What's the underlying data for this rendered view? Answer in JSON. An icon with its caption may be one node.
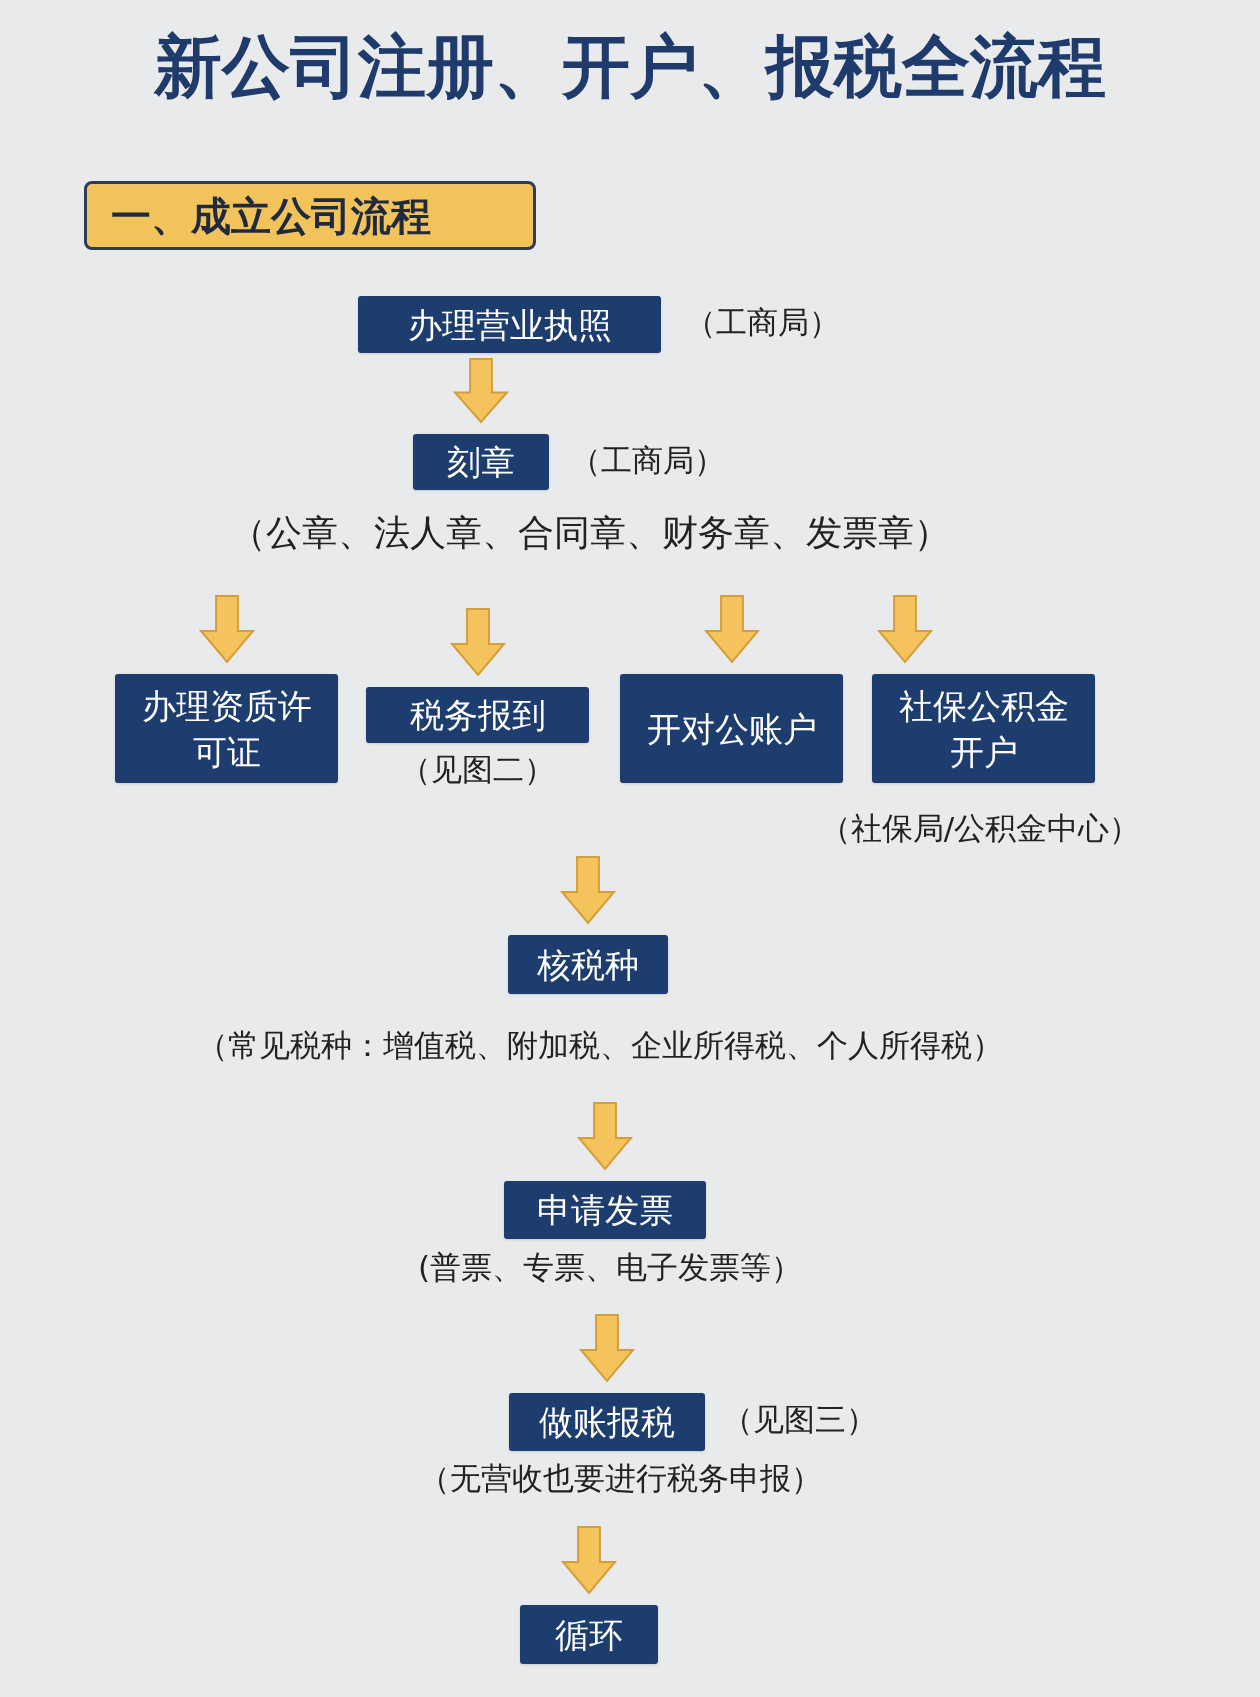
{
  "diagram": {
    "title": "新公司注册、开户、报税全流程",
    "nodes": [
      {
        "text": [
          "一、成立公司流程"
        ]
      },
      {
        "text": [
          "办理营业执照"
        ],
        "beside": [
          "（工商局）"
        ]
      },
      {
        "text": [
          "刻章"
        ],
        "beside": [
          "（工商局）"
        ]
      },
      {
        "text": [
          "（公章、法人章、合同章、财务章、发票章）"
        ]
      },
      {
        "text": [
          "办理资质许可证"
        ]
      },
      {
        "text": [
          "税务报到"
        ],
        "beside": [
          "（见图二）"
        ]
      },
      {
        "text": [
          "开对公账户"
        ]
      },
      {
        "text": [
          "社保公积金开户"
        ],
        "beside": [
          "（社保局/公积金中心）"
        ]
      },
      {
        "text": [
          "核税种"
        ],
        "beside": [
          "（常见税种：增值税、附加税、企业所得税、个人所得税）"
        ]
      },
      {
        "text": [
          "申请发票"
        ],
        "beside": [
          "(普票、专票、电子发票等）"
        ]
      },
      {
        "text": [
          "做账报税"
        ],
        "beside": [
          "（见图三）",
          "（无营收也要进行税务申报）"
        ]
      },
      {
        "text": [
          "循环"
        ]
      }
    ],
    "edges": [
      {
        "from": 1,
        "to": 2,
        "arrow": "to"
      },
      {
        "from": 3,
        "to": 4,
        "arrow": "to"
      },
      {
        "from": 3,
        "to": 5,
        "arrow": "to"
      },
      {
        "from": 3,
        "to": 6,
        "arrow": "to"
      },
      {
        "from": 3,
        "to": 7,
        "arrow": "to"
      },
      {
        "from": null,
        "to": 8,
        "arrow": "to"
      },
      {
        "from": 8,
        "to": 9,
        "arrow": "to"
      },
      {
        "from": 9,
        "to": 10,
        "arrow": "to"
      },
      {
        "from": 10,
        "to": 11,
        "arrow": "to"
      }
    ]
  }
}
